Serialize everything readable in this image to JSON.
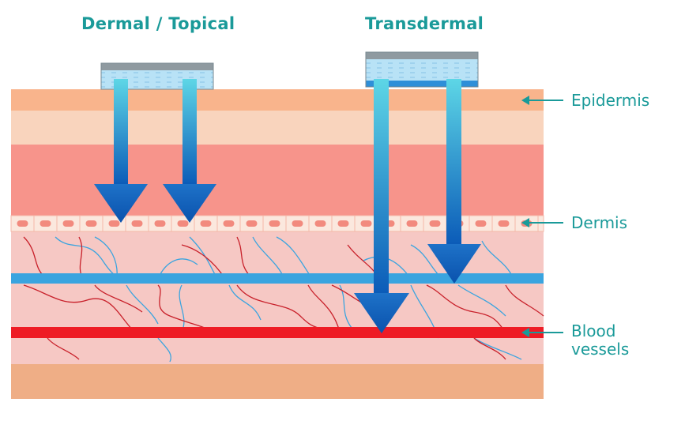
{
  "titles": {
    "dermal": "Dermal / Topical",
    "transdermal": "Transdermal"
  },
  "layer_labels": {
    "epidermis": "Epidermis",
    "dermis": "Dermis",
    "blood_line1": "Blood",
    "blood_line2": "vessels"
  },
  "colors": {
    "accent": "#1a9a99",
    "epidermis_top": "#f9b48c",
    "epidermis_light": "#f9d4bd",
    "skin_red": "#f7948b",
    "dermis_cells": "#fbe8de",
    "dermis_tissue": "#f6c8c4",
    "fat_layer": "#efae86",
    "vein": "#3aa4df",
    "artery": "#ee1c25",
    "arrow_top": "#5dd6e6",
    "arrow_bottom": "#0b5bb8"
  }
}
